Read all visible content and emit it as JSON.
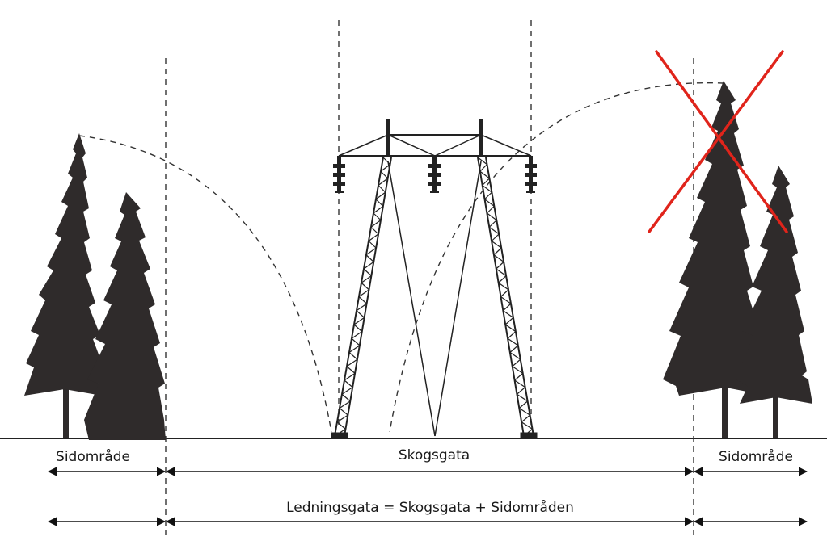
{
  "labels": {
    "side_left": "Sidområde",
    "forest_gap": "Skogsgata",
    "side_right": "Sidområde",
    "equation": "Ledningsgata = Skogsgata + Sidområden"
  },
  "colors": {
    "tree": "#2f2b2b",
    "line": "#333333",
    "cross": "#e0241b"
  },
  "icons": {
    "removed_tree_marker": "red-cross-icon"
  }
}
